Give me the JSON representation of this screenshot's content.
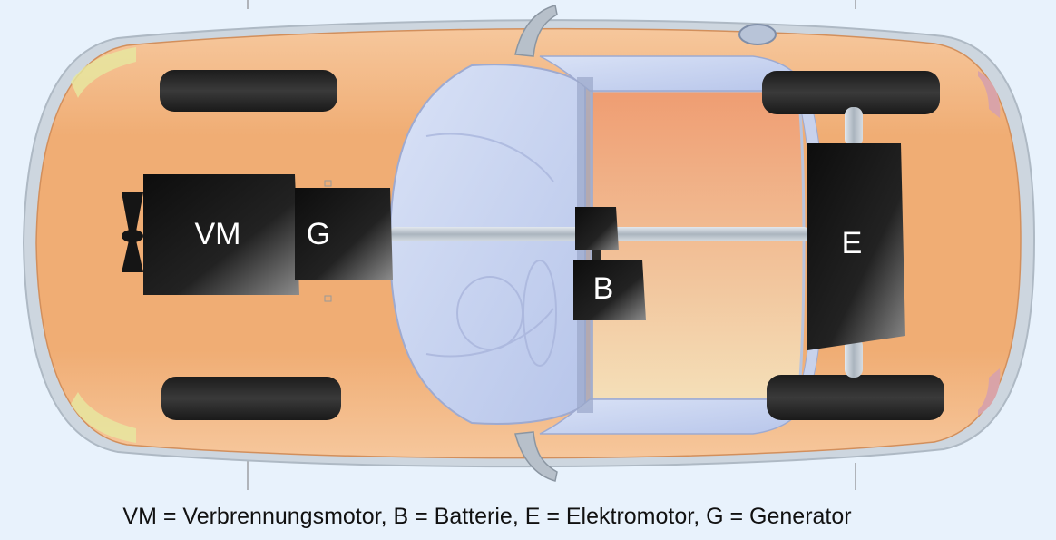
{
  "labels": {
    "engine": "VM",
    "generator": "G",
    "battery": "B",
    "motor": "E"
  },
  "legend": "VM = Verbrennungsmotor, B = Batterie, E = Elektromotor, G = Generator",
  "colors": {
    "background": "#e8f2fc",
    "body": "#f2b07a",
    "glass": "#c8d4ef",
    "component": "#151515",
    "shaft": "#b8c2cc",
    "tire": "#2a2a2a"
  }
}
